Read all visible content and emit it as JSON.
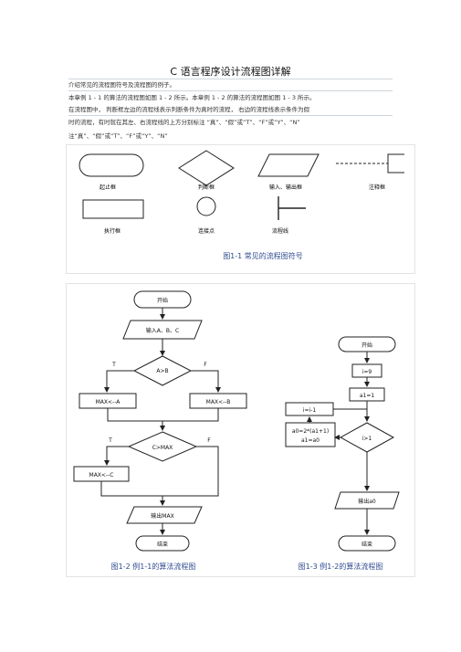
{
  "doc": {
    "title": "C 语言程序设计流程图详解",
    "lines": [
      "介绍常见的流程图符号及流程图的例子。",
      "本章例 1 - 1 的算法的流程图如图 1 - 2 所示。本章例 1 - 2 的算法的流程图如图 1 - 3 所示。",
      "在流程图中， 判断框左边的流程线表示判断条件为真时的流程， 右边的流程线表示条件为假",
      "时的流程，有时就在其左、右流程线的上方分别标注 “真”、“假”或“T”、“F”或“Y”、“N”",
      "注“真”、“假”或“T”、“F”或“Y”、“N”"
    ]
  },
  "fig1": {
    "labels": [
      "起止框",
      "判断框",
      "输入、输出框",
      "注释框",
      "执行框",
      "连接点",
      "流程线"
    ],
    "caption": "图1-1 常见的流程图符号"
  },
  "fig2": {
    "start": "开始",
    "input": "输入A、B、C",
    "cond1": "A>B",
    "t": "T",
    "f": "F",
    "max_a": "MAX<--A",
    "max_b": "MAX<--B",
    "cond2": "C>MAX",
    "max_c": "MAX<--C",
    "output": "输出MAX",
    "end": "结束",
    "caption": "图1-2 例1-1的算法流程图"
  },
  "fig3": {
    "start": "开始",
    "i9": "i=9",
    "a1": "a1=1",
    "dec": "i=i-1",
    "calc1": "a0=2*(a1+1)",
    "calc2": "a1=a0",
    "cond": "i>1",
    "output": "输出a0",
    "end": "结束",
    "caption": "图1-3 例1-2的算法流程图"
  }
}
